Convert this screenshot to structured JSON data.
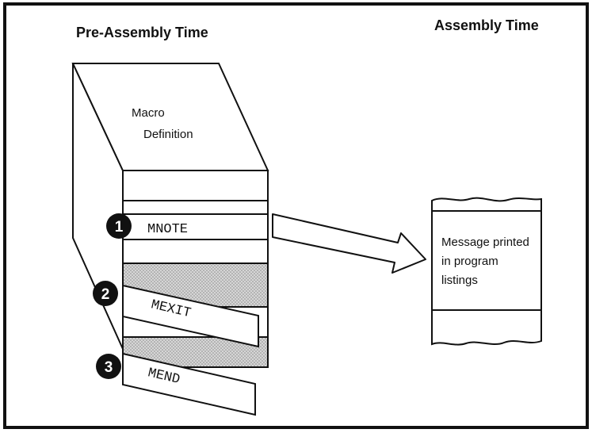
{
  "headings": {
    "left": "Pre-Assembly Time",
    "right": "Assembly Time"
  },
  "macro_block": {
    "title_line1": "Macro",
    "title_line2": "Definition"
  },
  "statements": [
    {
      "number": "1",
      "label": "MNOTE"
    },
    {
      "number": "2",
      "label": "MEXIT"
    },
    {
      "number": "3",
      "label": "MEND"
    }
  ],
  "listing": {
    "line1": "Message printed",
    "line2": "in program",
    "line3": "listings"
  },
  "colors": {
    "ink": "#111111",
    "paper": "#ffffff",
    "shade": "#c4c4c4"
  }
}
